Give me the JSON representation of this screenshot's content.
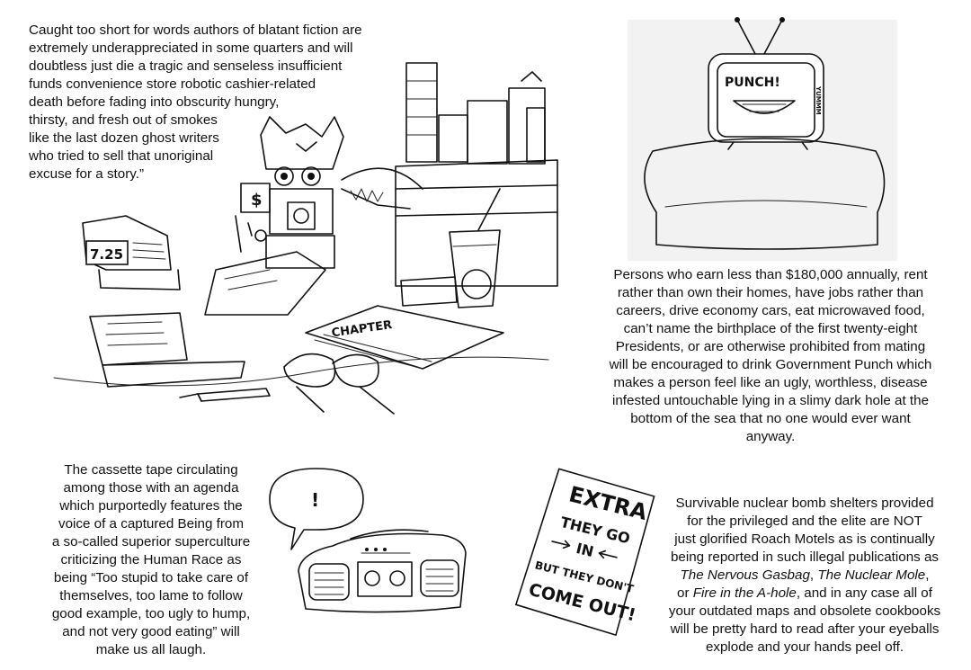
{
  "paragraphs": {
    "ghost_writers": "Caught too short for words authors of blatant fiction are\nextremely underappreciated in some quarters and will\ndoubtless just die a tragic and senseless insufficient\nfunds convenience store robotic cashier-related\ndeath before fading into obscurity hungry,\nthirsty, and fresh out of smokes\nlike the last dozen ghost writers\nwho tried to sell that unoriginal\nexcuse for a story.”",
    "government_punch": "Persons who earn less than $180,000 annually, rent\nrather than own their homes, have jobs rather than\ncareers, drive economy cars, eat microwaved food,\ncan’t name the birthplace of the first twenty-eight\nPresidents, or are otherwise prohibited from mating\nwill be encouraged to drink Government Punch which\nmakes a person feel like an ugly, worthless, disease\ninfested untouchable lying in a slimy dark hole at the\nbottom of the sea that no one would ever want\nanyway.",
    "cassette_tape": "The cassette tape circulating\namong those with an agenda\nwhich purportedly features the\nvoice of a captured Being from\na so-called superior superculture\ncriticizing the Human Race as\nbeing “Too stupid to take care of\nthemselves, too lame to follow\ngood example, too ugly to hump,\nand not very good eating” will\nmake us all laugh.",
    "bomb_shelters": {
      "part1": "Survivable nuclear bomb shelters provided\nfor the privileged and the elite are NOT\njust glorified Roach Motels as is continually\nbeing reported in such illegal publications as\n",
      "pub1": "The Nervous Gasbag",
      "sep1": ", ",
      "pub2": "The Nuclear Mole",
      "sep2": ",\nor ",
      "pub3": "Fire in the A-hole",
      "part2": ", and in any case all of\nyour outdated maps and obsolete cookbooks\nwill be pretty hard to read after your eyeballs\nexplode and your hands peel off."
    }
  },
  "illustration_text": {
    "register_display": "7.25",
    "robot_sign": "$",
    "manuscript": "CHAPTER",
    "tv_screen_title": "PUNCH!",
    "tv_screen_side": "YUMMM",
    "speech_bubble": "!",
    "newspaper": {
      "line1": "EXTRA",
      "line2": "THEY GO",
      "line3": "IN",
      "line4": "BUT THEY DON'T",
      "line5": "COME OUT!"
    }
  },
  "icons": {
    "cluttered_desk": "cluttered-desk-robot-illustration",
    "tv_couch": "tv-on-couch-illustration",
    "radio": "boombox-cassette-illustration",
    "newspaper": "extra-newspaper-illustration"
  },
  "colors": {
    "ink": "#111111",
    "paper": "#ffffff"
  }
}
